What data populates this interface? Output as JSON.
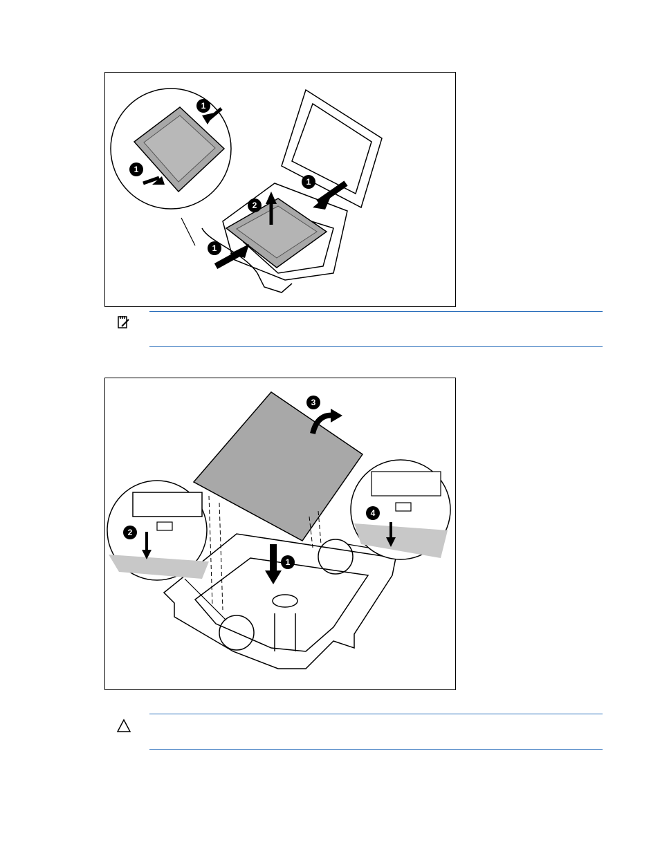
{
  "figure_1": {
    "callouts": [
      "1",
      "1",
      "2",
      "1",
      "1"
    ]
  },
  "notice_important": {
    "icon": "important-icon",
    "text": ""
  },
  "figure_2": {
    "callouts": [
      "3",
      "2",
      "4",
      "1"
    ]
  },
  "notice_caution": {
    "icon": "caution-icon",
    "text": ""
  },
  "colors": {
    "rule": "#2a6ebb",
    "cpu_gray": "#a8a8a8",
    "line": "#000000"
  }
}
